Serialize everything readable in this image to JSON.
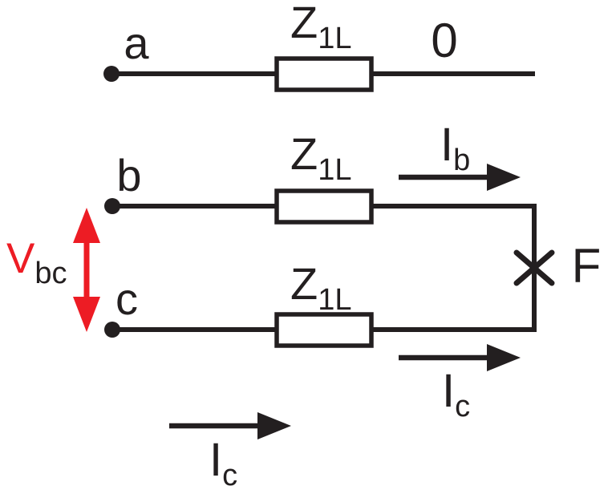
{
  "colors": {
    "ink": "#231f20",
    "red": "#ed1c24",
    "background": "#ffffff"
  },
  "icons": {
    "terminal-dot": "filled black circle terminal",
    "current-arrow": "black right-pointing filled arrow",
    "voltage-double-arrow": "red vertical double-headed arrow",
    "fault-cross": "x cross marking fault location"
  },
  "phase_a": {
    "terminal_label": "a",
    "impedance": {
      "base": "Z",
      "sub": "1L"
    },
    "remote_end_label": "0"
  },
  "phase_b": {
    "terminal_label": "b",
    "impedance": {
      "base": "Z",
      "sub": "1L"
    },
    "current": {
      "base": "I",
      "sub": "b"
    }
  },
  "phase_c": {
    "terminal_label": "c",
    "impedance": {
      "base": "Z",
      "sub": "1L"
    },
    "current": {
      "base": "I",
      "sub": "c"
    }
  },
  "fault": {
    "label": "F"
  },
  "voltage_bc": {
    "base": "V",
    "sub": "bc"
  },
  "bottom_current": {
    "base": "I",
    "sub": "c"
  }
}
